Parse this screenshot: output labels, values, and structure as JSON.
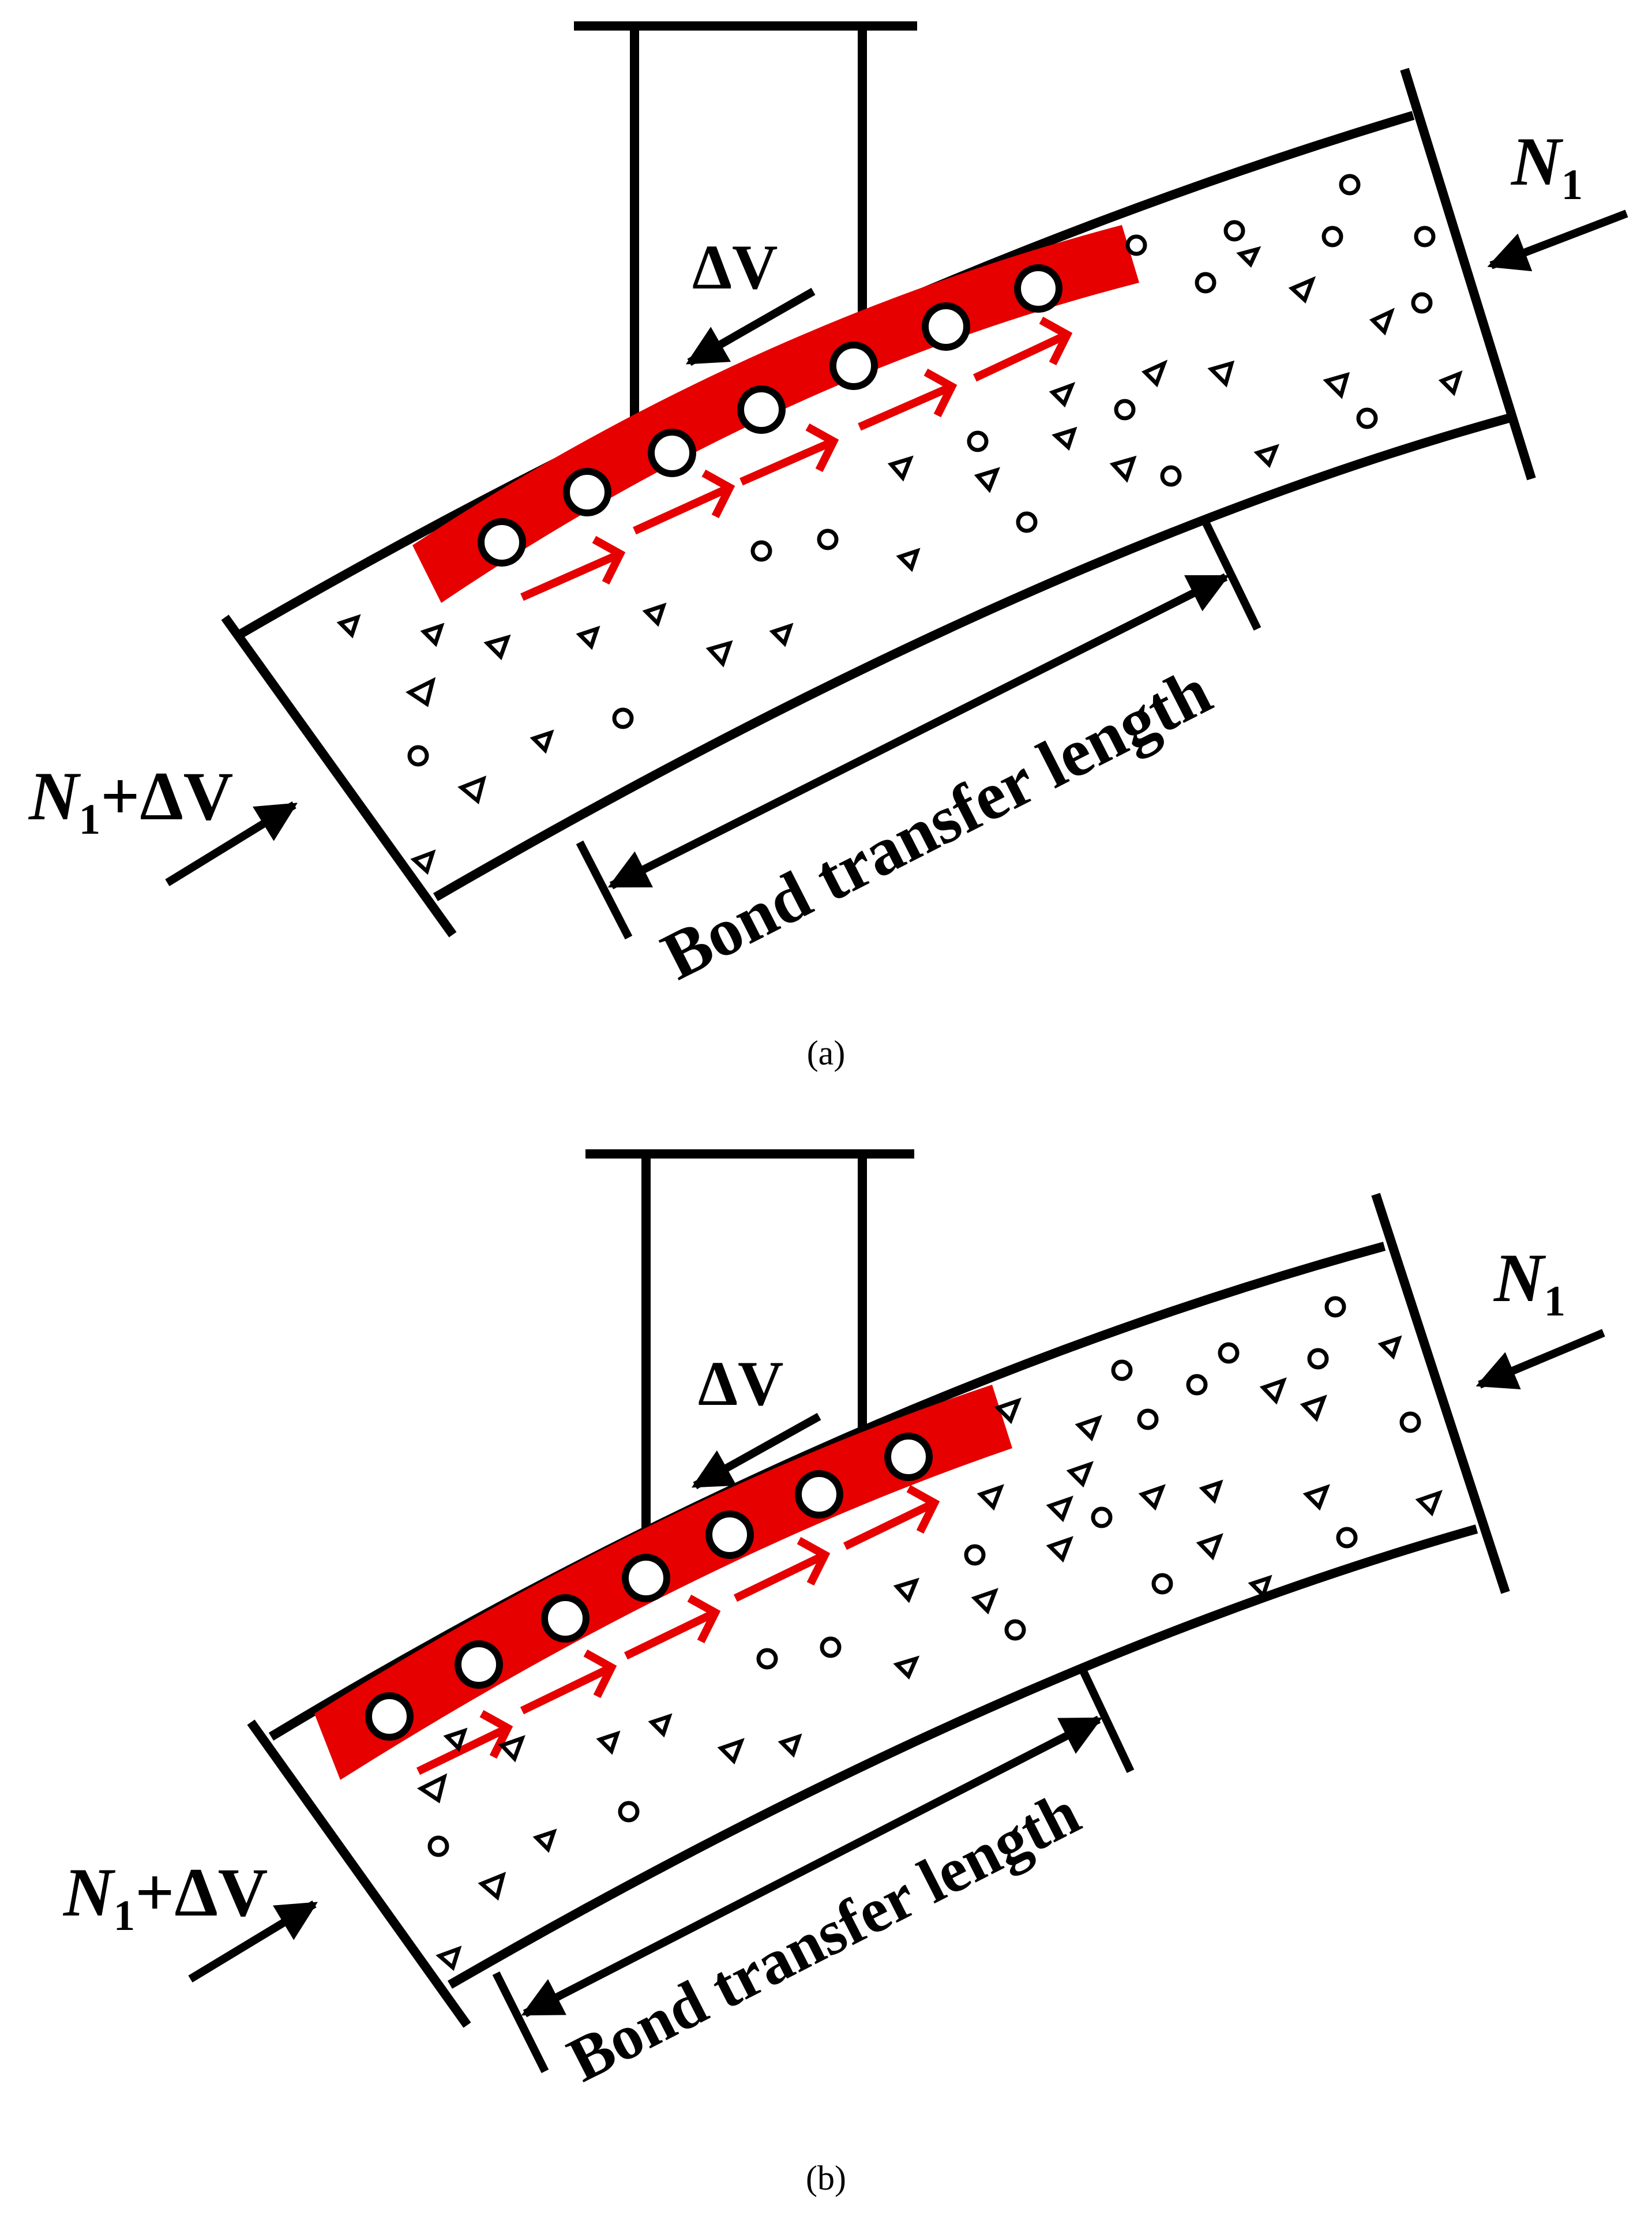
{
  "colors": {
    "ink": "#000000",
    "bond_zone": "#e60000",
    "background": "#ffffff"
  },
  "panels": [
    {
      "caption": "(a)",
      "force_right": {
        "symbol": "N",
        "subscript": "1"
      },
      "force_left": {
        "symbol": "N",
        "subscript": "1",
        "suffix": "+ΔV"
      },
      "shear": "ΔV",
      "dimension": "Bond transfer length"
    },
    {
      "caption": "(b)",
      "force_right": {
        "symbol": "N",
        "subscript": "1"
      },
      "force_left": {
        "symbol": "N",
        "subscript": "1",
        "suffix": "+ΔV"
      },
      "shear": "ΔV",
      "dimension": "Bond transfer length"
    }
  ]
}
